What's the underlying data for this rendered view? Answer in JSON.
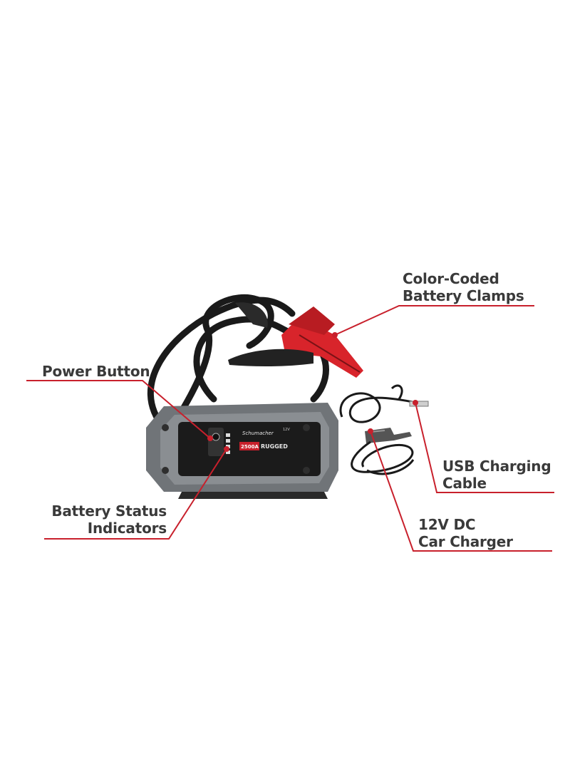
{
  "image": {
    "accent_color": "#c8202c",
    "text_color": "#3a3a3a"
  },
  "callouts": {
    "clamps": {
      "line1": "Color-Coded",
      "line2": "Battery Clamps"
    },
    "power": {
      "line1": "Power Button"
    },
    "usb": {
      "line1": "USB Charging",
      "line2": "Cable"
    },
    "status": {
      "line1": "Battery Status",
      "line2": "Indicators"
    },
    "car_charger": {
      "line1": "12V DC",
      "line2": "Car Charger"
    }
  },
  "device": {
    "brand": "Schumacher",
    "model": "RUGGED",
    "rating": "2500A",
    "voltage_badge": "12V"
  }
}
